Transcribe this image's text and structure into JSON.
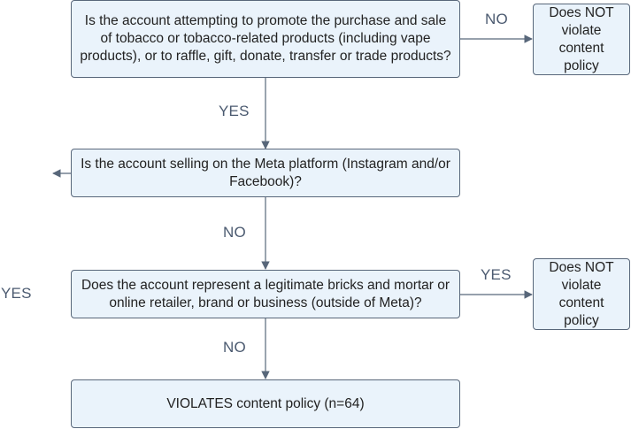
{
  "nodes": {
    "q1": "Is the account attempting to promote the purchase and sale of tobacco or tobacco-related products (including vape products), or to raffle, gift, donate, transfer or trade products?",
    "q2": "Is the account selling on the Meta platform (Instagram and/or Facebook)?",
    "q3": "Does the account represent a legitimate bricks and mortar or online retailer, brand or business (outside of Meta)?",
    "not_violate_1": "Does NOT violate content policy",
    "not_violate_2": "Does NOT violate content policy",
    "violates": "VIOLATES content policy (n=64)"
  },
  "edges": {
    "q1_no": "NO",
    "q1_yes": "YES",
    "q2_no": "NO",
    "q2_yes": "YES",
    "q3_yes": "YES",
    "q3_no": "NO"
  }
}
